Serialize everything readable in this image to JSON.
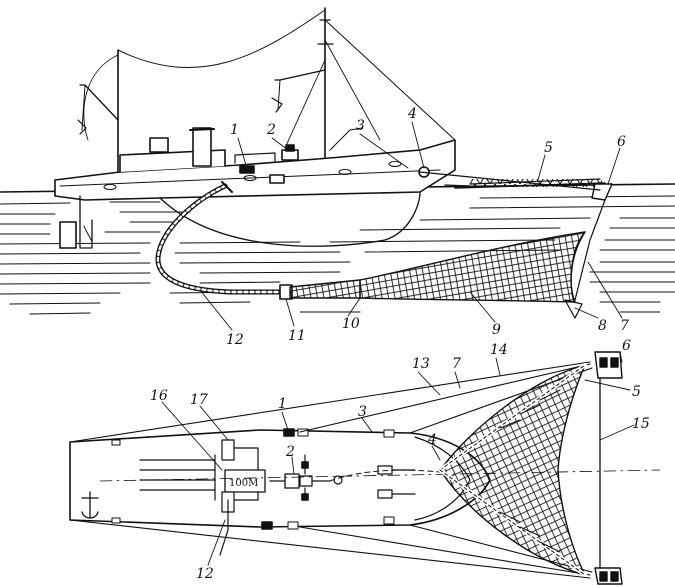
{
  "labels": {
    "l1a": "1",
    "l2a": "2",
    "l3a": "3",
    "l4a": "4",
    "l5a": "5",
    "l6a": "6",
    "l7a": "7",
    "l8a": "8",
    "l9a": "9",
    "l10a": "10",
    "l11a": "11",
    "l12a": "12",
    "l13b": "13",
    "l14b": "14",
    "l7b": "7",
    "l6b": "6",
    "l5b": "5",
    "l15b": "15",
    "l1b": "1",
    "l16b": "16",
    "l17b": "17",
    "l3b": "3",
    "l2b": "2",
    "l4b": "4",
    "l12b": "12"
  },
  "plate_text": "100М",
  "colors": {
    "ink": "#111111",
    "paper": "#ffffff"
  }
}
